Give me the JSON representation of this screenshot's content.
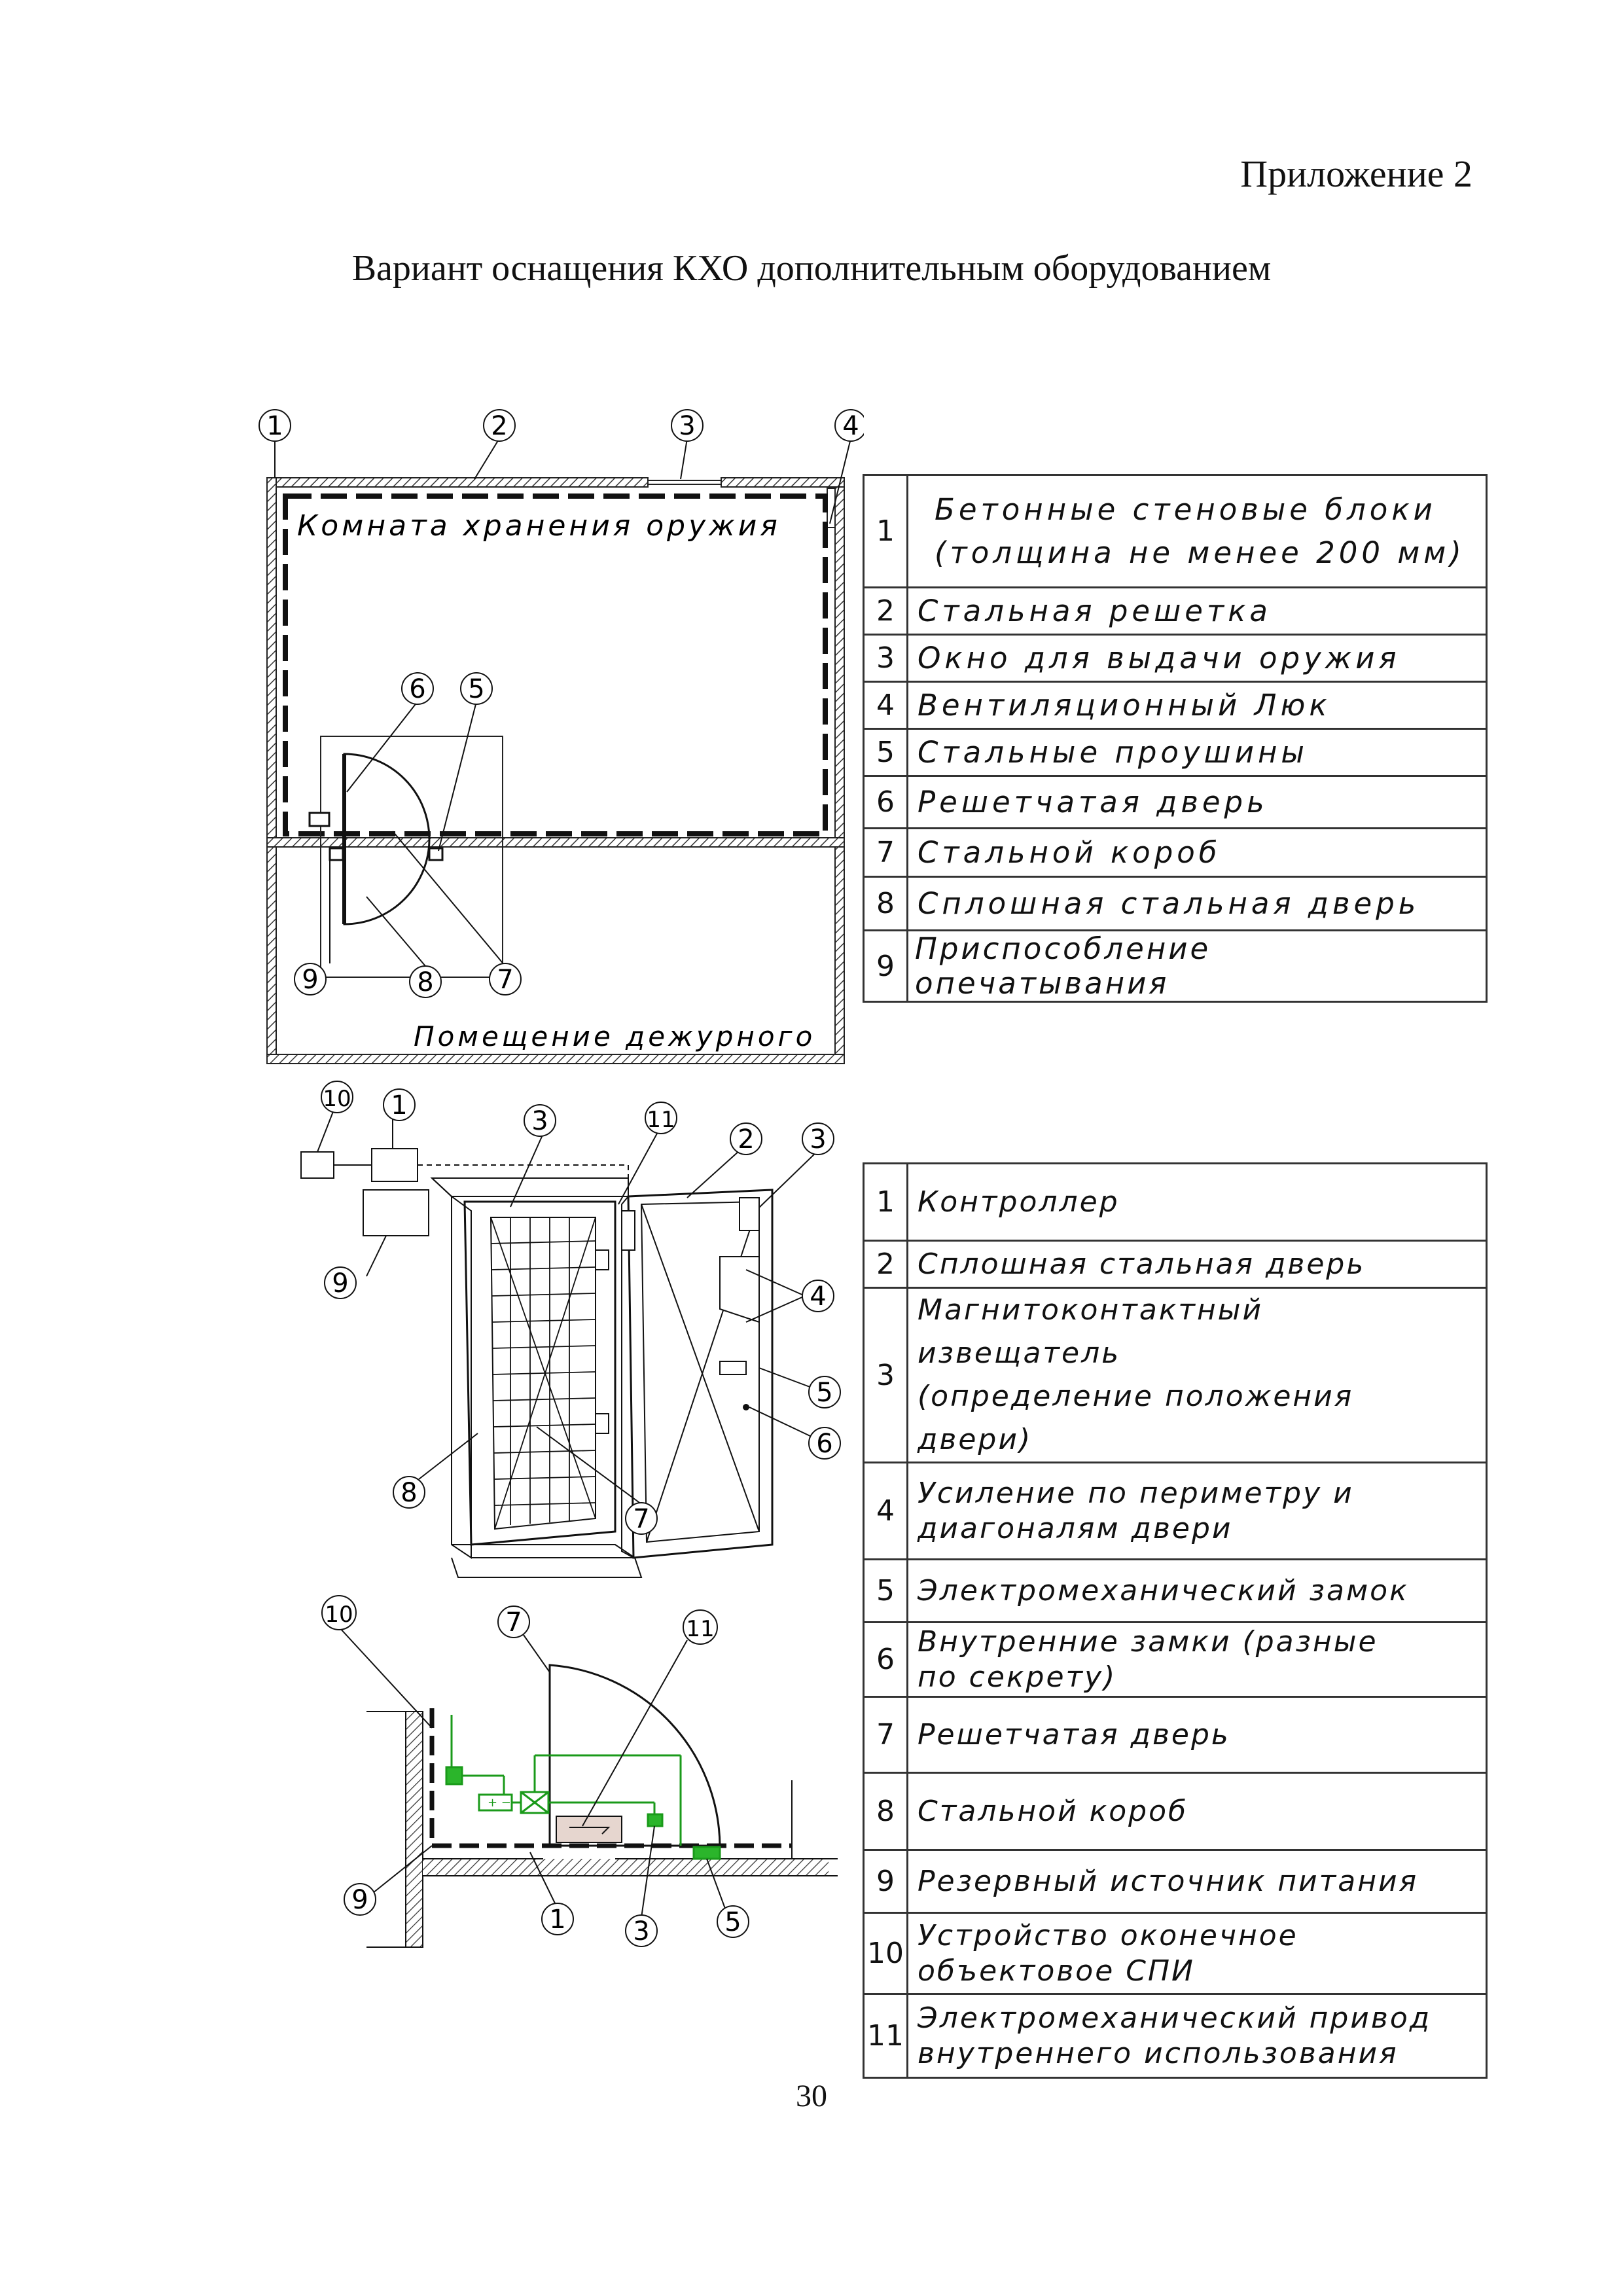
{
  "header": {
    "appendix": "Приложение 2"
  },
  "title": "Вариант оснащения КХО дополнительным оборудованием",
  "plan": {
    "room_label": "Комната хранения оружия",
    "duty_label": "Помещение дежурного",
    "callouts": [
      "1",
      "2",
      "3",
      "4",
      "5",
      "6",
      "7",
      "8",
      "9"
    ]
  },
  "door_figure": {
    "callouts": [
      "1",
      "2",
      "3",
      "4",
      "5",
      "6",
      "7",
      "8",
      "9",
      "10",
      "11"
    ]
  },
  "section_figure": {
    "callouts": [
      "1",
      "3",
      "5",
      "7",
      "9",
      "10",
      "11"
    ]
  },
  "legend_room": [
    {
      "num": "1",
      "text": "Бетонные стеновые блоки",
      "text2": "(толщина не менее 200 мм)"
    },
    {
      "num": "2",
      "text": "Стальная решетка"
    },
    {
      "num": "3",
      "text": "Окно для выдачи оружия"
    },
    {
      "num": "4",
      "text": "Вентиляционный Люк"
    },
    {
      "num": "5",
      "text": "Стальные проушины"
    },
    {
      "num": "6",
      "text": "Решетчатая дверь"
    },
    {
      "num": "7",
      "text": "Стальной короб"
    },
    {
      "num": "8",
      "text": "Сплошная стальная дверь"
    },
    {
      "num": "9",
      "text": "Приспособление опечатывания"
    }
  ],
  "legend_door": [
    {
      "num": "1",
      "text": "Контроллер"
    },
    {
      "num": "2",
      "text": "Сплошная стальная дверь"
    },
    {
      "num": "3",
      "text": "Магнитоконтактный извещатель",
      "text2": "(определение положения двери)"
    },
    {
      "num": "4",
      "text": "Усиление по периметру и",
      "text2": "диагоналям двери"
    },
    {
      "num": "5",
      "text": "Электромеханический замок"
    },
    {
      "num": "6",
      "text": "Внутренние замки (разные",
      "text2": "по секрету)"
    },
    {
      "num": "7",
      "text": "Решетчатая дверь"
    },
    {
      "num": "8",
      "text": "Стальной короб"
    },
    {
      "num": "9",
      "text": "Резервный источник питания"
    },
    {
      "num": "10",
      "text": "Устройство оконечное",
      "text2": "объектовое СПИ"
    },
    {
      "num": "11",
      "text": "Электромеханический привод",
      "text2": "внутреннего использования"
    }
  ],
  "page_number": "30",
  "colors": {
    "ink": "#111111",
    "green": "#1a9a1a"
  }
}
